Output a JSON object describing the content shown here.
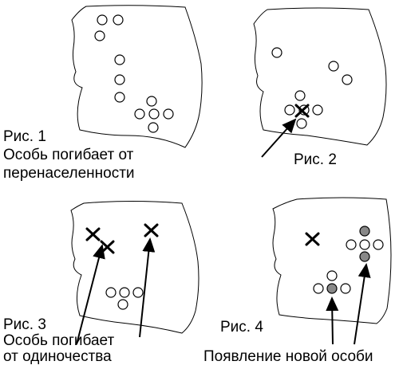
{
  "colors": {
    "ink": "#000000",
    "paper": "#ffffff",
    "newborn_fill": "#888888"
  },
  "panels": [
    {
      "id": "fig1",
      "label": "Рис. 1",
      "caption_lines": [
        "Особь погибает от",
        "перенаселенности"
      ]
    },
    {
      "id": "fig2",
      "label": "Рис. 2"
    },
    {
      "id": "fig3",
      "label": "Рис. 3",
      "caption_lines": [
        "Особь погибает",
        "от одиночества"
      ]
    },
    {
      "id": "fig4",
      "label": "Рис. 4",
      "caption": "Появление новой особи"
    }
  ],
  "legend": {
    "live_cell": "open-circle",
    "dead_cell": "cross-mark",
    "new_cell": "filled-circle"
  }
}
